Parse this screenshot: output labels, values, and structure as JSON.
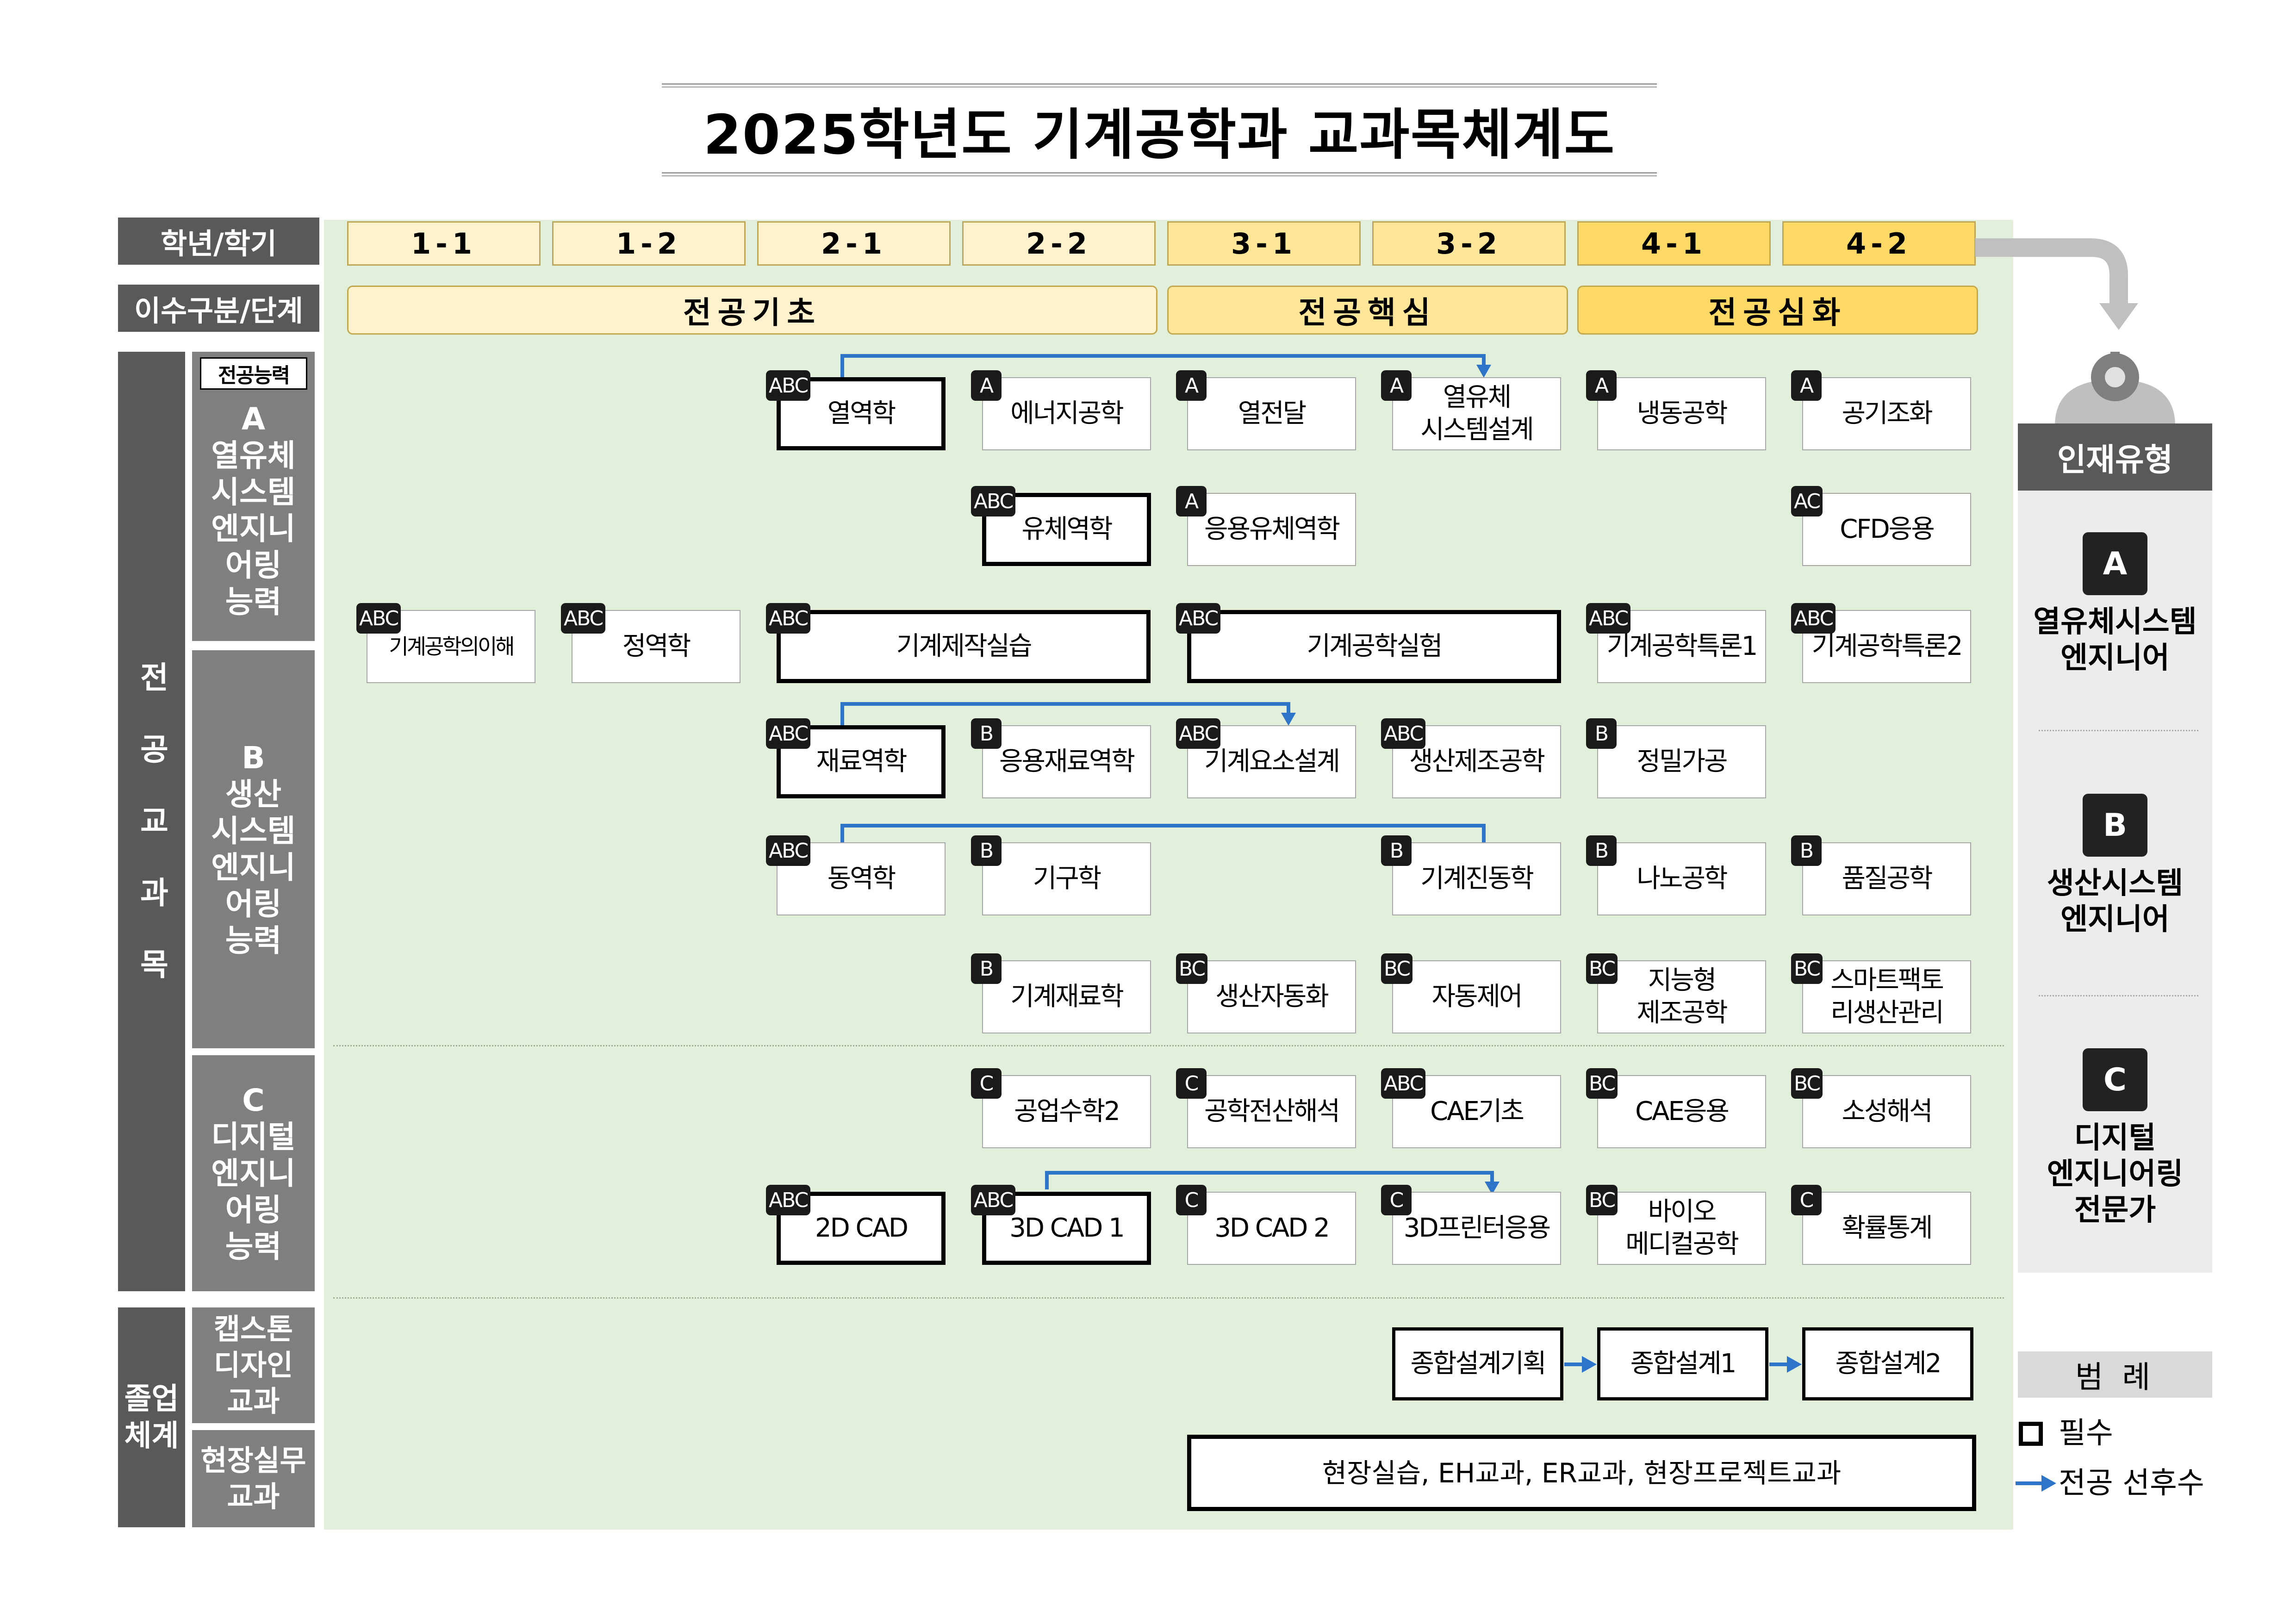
{
  "title": "2025학년도 기계공학과 교과목체계도",
  "headers": {
    "year_semester": "학년/학기",
    "course_category": "이수구분/단계",
    "major_courses_vertical": "전 공 교 과 목",
    "graduation_vertical": "졸업 체계",
    "competency_label": "전공능력",
    "competency_a": "A\n열유체\n시스템\n엔지니\n어링\n능력",
    "competency_b": "B\n생산\n시스템\n엔지니\n어링\n능력",
    "competency_c": "C\n디지털\n엔지니\n어링\n능력",
    "capstone": "캡스톤\n디자인\n교과",
    "field_practice": "현장실무\n교과"
  },
  "semesters": [
    "1-1",
    "1-2",
    "2-1",
    "2-2",
    "3-1",
    "3-2",
    "4-1",
    "4-2"
  ],
  "stages": [
    "전공기초",
    "전공핵심",
    "전공심화"
  ],
  "colors": {
    "panel": "#e2efda",
    "stage_basic": "#fff2cc",
    "stage_core": "#ffe699",
    "stage_advanced": "#ffd966",
    "arrow": "#2e74c8",
    "header_dark": "#595959",
    "header_mid": "#7f7f7f"
  },
  "courses": [
    {
      "name": "열역학",
      "tag": "ABC",
      "required": true
    },
    {
      "name": "에너지공학",
      "tag": "A",
      "required": false
    },
    {
      "name": "열전달",
      "tag": "A",
      "required": false
    },
    {
      "name": "열유체\n시스템설계",
      "tag": "A",
      "required": false
    },
    {
      "name": "냉동공학",
      "tag": "A",
      "required": false
    },
    {
      "name": "공기조화",
      "tag": "A",
      "required": false
    },
    {
      "name": "유체역학",
      "tag": "ABC",
      "required": true
    },
    {
      "name": "응용유체역학",
      "tag": "A",
      "required": false
    },
    {
      "name": "CFD응용",
      "tag": "AC",
      "required": false
    },
    {
      "name": "기계공학의이해",
      "tag": "ABC",
      "required": false
    },
    {
      "name": "정역학",
      "tag": "ABC",
      "required": false
    },
    {
      "name": "기계제작실습",
      "tag": "ABC",
      "required": true
    },
    {
      "name": "기계공학실험",
      "tag": "ABC",
      "required": true
    },
    {
      "name": "기계공학특론1",
      "tag": "ABC",
      "required": false
    },
    {
      "name": "기계공학특론2",
      "tag": "ABC",
      "required": false
    },
    {
      "name": "재료역학",
      "tag": "ABC",
      "required": true
    },
    {
      "name": "응용재료역학",
      "tag": "B",
      "required": false
    },
    {
      "name": "기계요소설계",
      "tag": "ABC",
      "required": false
    },
    {
      "name": "생산제조공학",
      "tag": "ABC",
      "required": false
    },
    {
      "name": "정밀가공",
      "tag": "B",
      "required": false
    },
    {
      "name": "동역학",
      "tag": "ABC",
      "required": false
    },
    {
      "name": "기구학",
      "tag": "B",
      "required": false
    },
    {
      "name": "기계진동학",
      "tag": "B",
      "required": false
    },
    {
      "name": "나노공학",
      "tag": "B",
      "required": false
    },
    {
      "name": "품질공학",
      "tag": "B",
      "required": false
    },
    {
      "name": "기계재료학",
      "tag": "B",
      "required": false
    },
    {
      "name": "생산자동화",
      "tag": "BC",
      "required": false
    },
    {
      "name": "자동제어",
      "tag": "BC",
      "required": false
    },
    {
      "name": "지능형\n제조공학",
      "tag": "BC",
      "required": false
    },
    {
      "name": "스마트팩토\n리생산관리",
      "tag": "BC",
      "required": false
    },
    {
      "name": "공업수학2",
      "tag": "C",
      "required": false
    },
    {
      "name": "공학전산해석",
      "tag": "C",
      "required": false
    },
    {
      "name": "CAE기초",
      "tag": "ABC",
      "required": false
    },
    {
      "name": "CAE응용",
      "tag": "BC",
      "required": false
    },
    {
      "name": "소성해석",
      "tag": "BC",
      "required": false
    },
    {
      "name": "2D CAD",
      "tag": "ABC",
      "required": true
    },
    {
      "name": "3D CAD 1",
      "tag": "ABC",
      "required": true
    },
    {
      "name": "3D CAD 2",
      "tag": "C",
      "required": false
    },
    {
      "name": "3D프린터응용",
      "tag": "C",
      "required": false
    },
    {
      "name": "바이오\n메디컬공학",
      "tag": "BC",
      "required": false
    },
    {
      "name": "확률통계",
      "tag": "C",
      "required": false
    },
    {
      "name": "종합설계기획",
      "tag": "",
      "required": true
    },
    {
      "name": "종합설계1",
      "tag": "",
      "required": true
    },
    {
      "name": "종합설계2",
      "tag": "",
      "required": true
    }
  ],
  "field_practice_text": "현장실습,  EH교과,  ER교과,  현장프로젝트교과",
  "talent": {
    "title": "인재유형",
    "types": [
      {
        "badge": "A",
        "label": "열유체시스템\n엔지니어"
      },
      {
        "badge": "B",
        "label": "생산시스템\n엔지니어"
      },
      {
        "badge": "C",
        "label": "디지털\n엔지니어링\n전문가"
      }
    ]
  },
  "legend": {
    "title": "범 례",
    "required": "필수",
    "prerequisite": "전공 선후수"
  }
}
